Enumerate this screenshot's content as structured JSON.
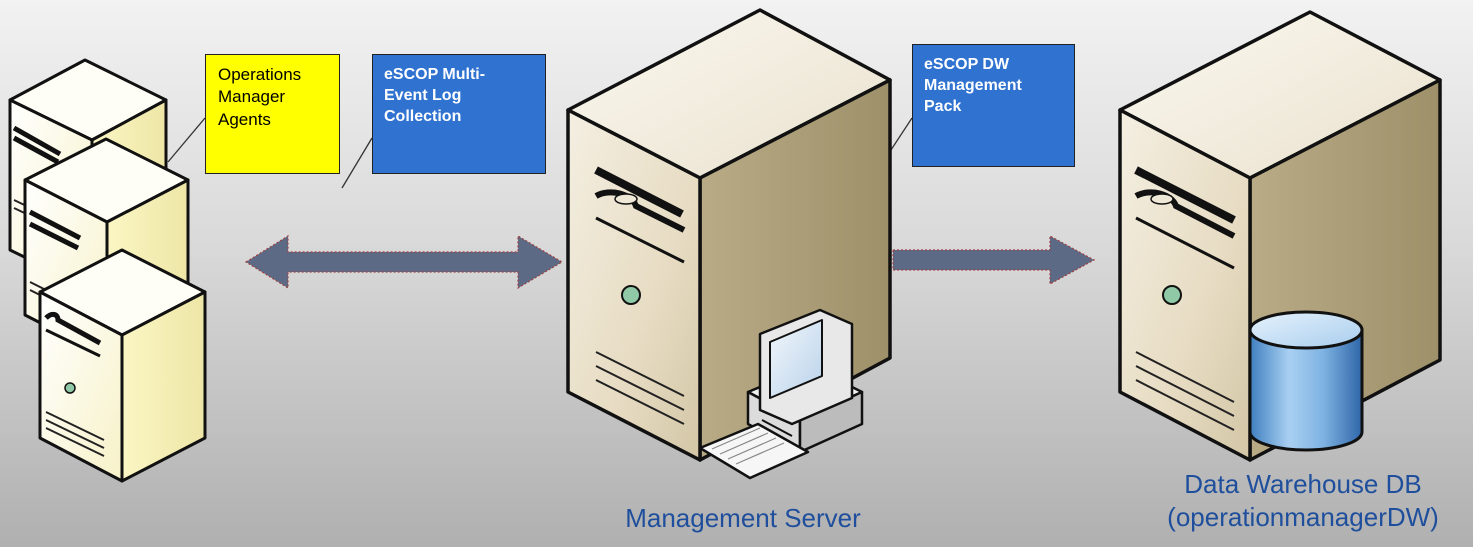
{
  "callouts": {
    "agents": [
      "Operations",
      "Manager",
      "Agents"
    ],
    "multi_event": [
      "eSCOP Multi-",
      "Event Log",
      "Collection"
    ],
    "dw_pack": [
      "eSCOP DW",
      "Management",
      "Pack"
    ]
  },
  "captions": {
    "management_server": "Management Server",
    "dw_line1": "Data Warehouse DB",
    "dw_line2": "(operationmanagerDW)"
  },
  "colors": {
    "yellow_callout": "#ffff00",
    "blue_callout": "#2f72d0",
    "caption_text": "#1f4f9c",
    "arrow": "#5c6a86"
  }
}
